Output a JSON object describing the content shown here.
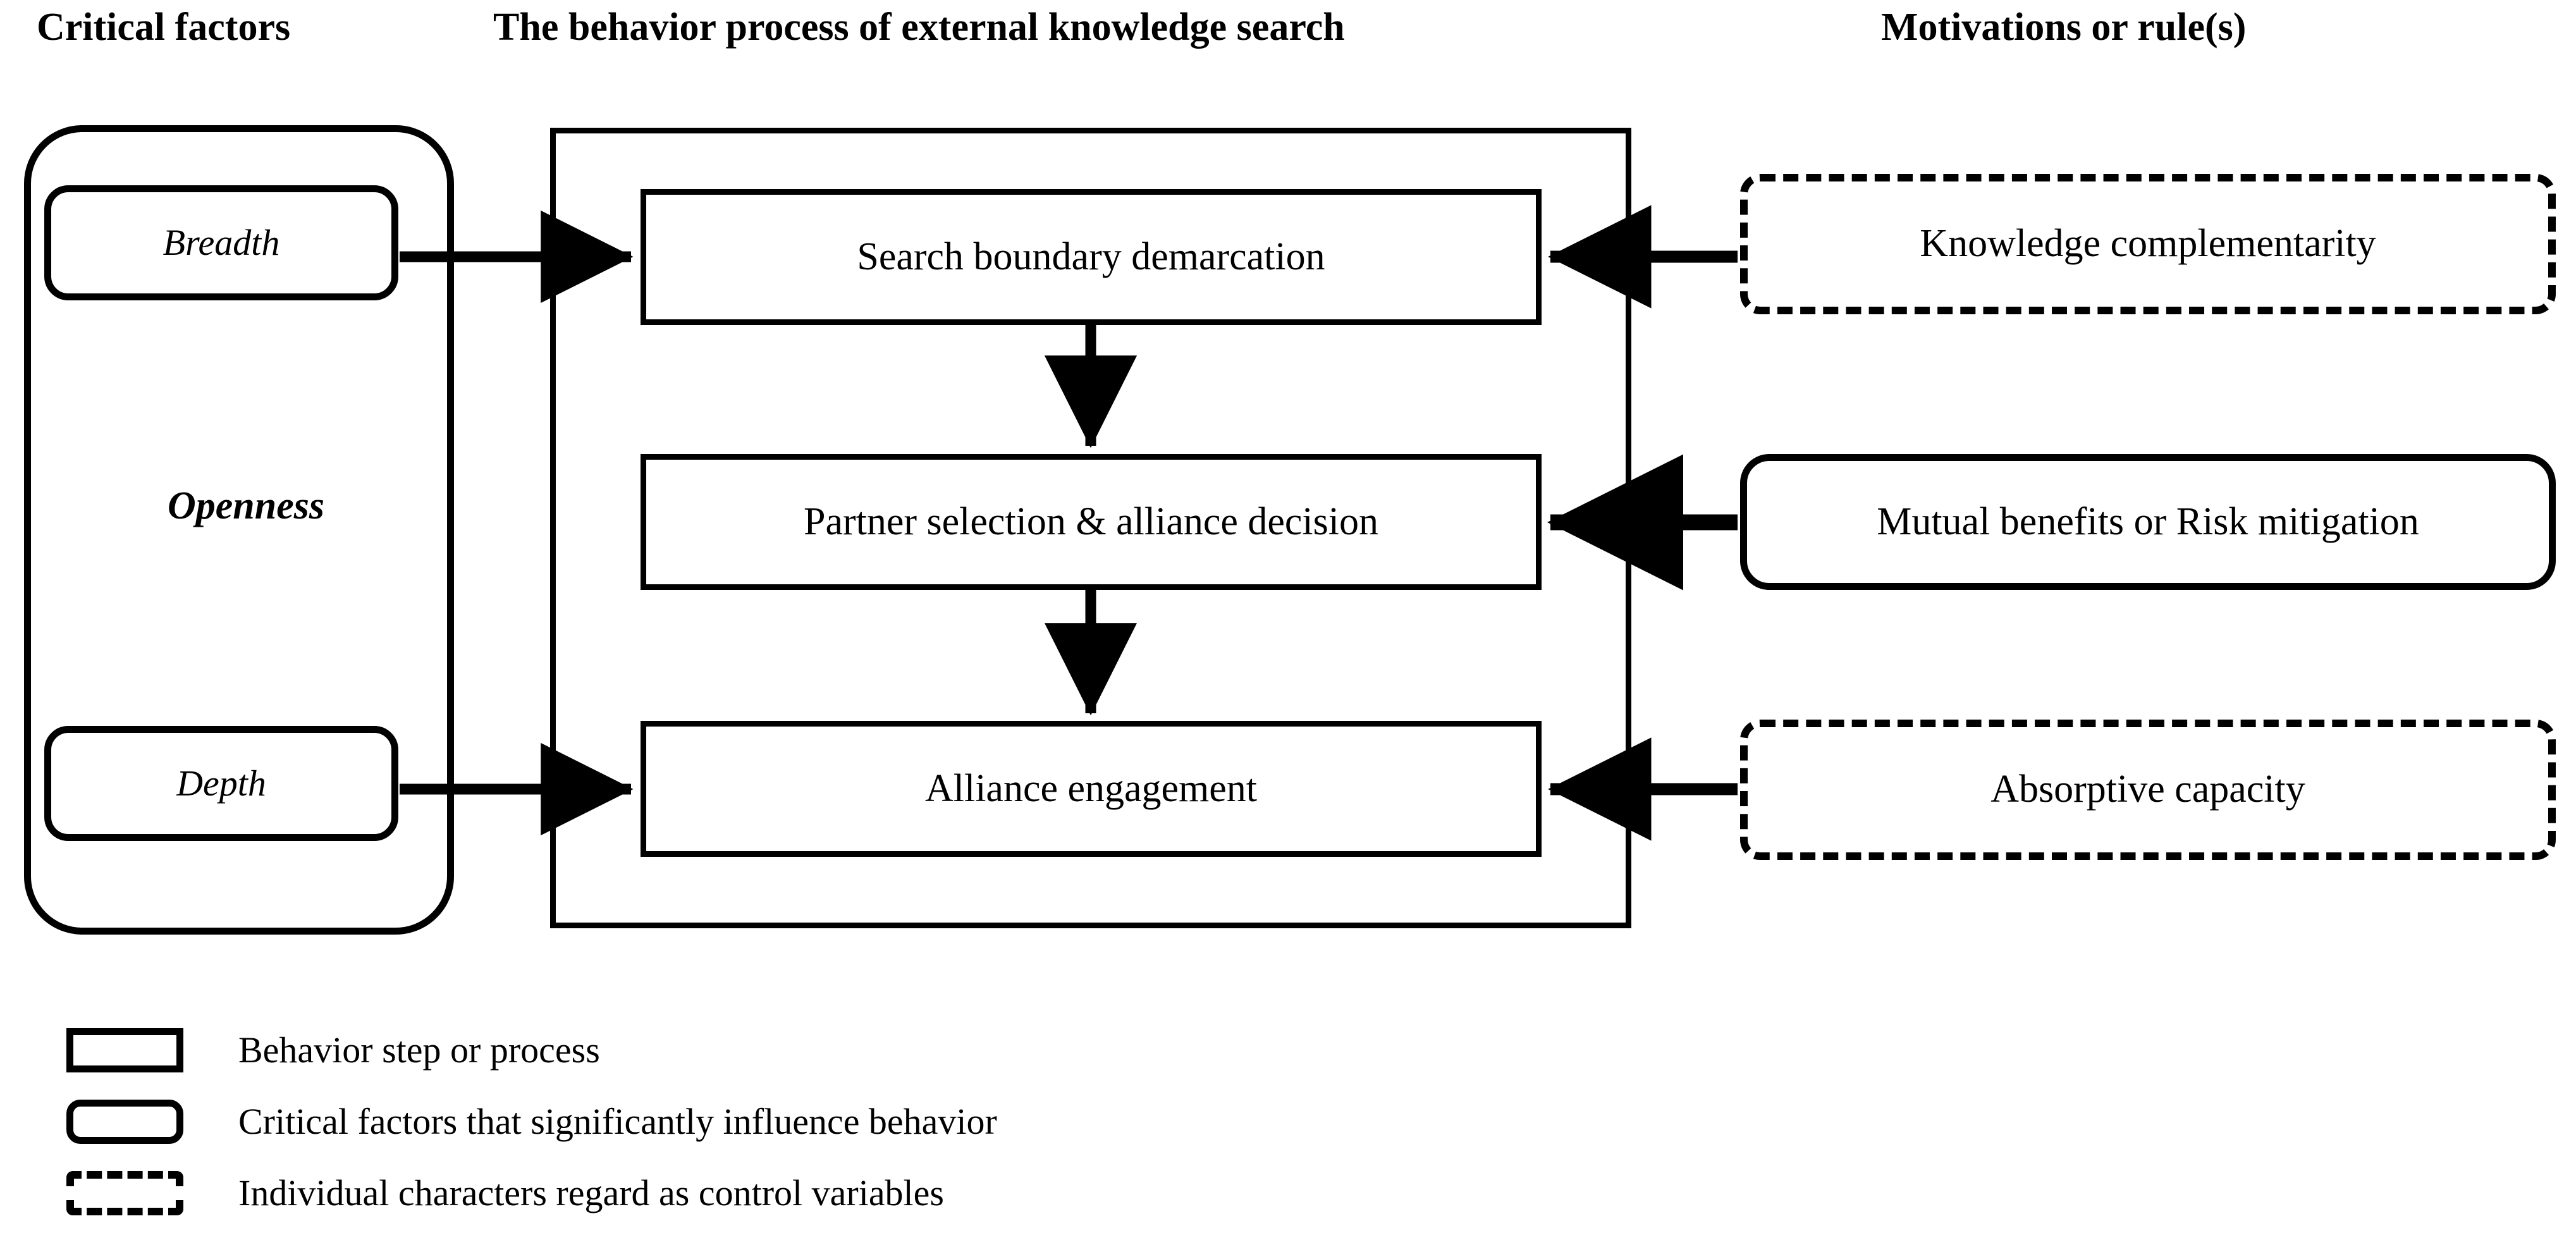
{
  "headers": {
    "critical_factors": "Critical factors",
    "behavior_process": "The behavior process of external knowledge search",
    "motivations": "Motivations or rule(s)"
  },
  "critical_factors": {
    "group_label": "Openness",
    "items": [
      {
        "label": "Breadth",
        "style": "rounded-italic"
      },
      {
        "label": "Depth",
        "style": "rounded-italic"
      }
    ]
  },
  "process_steps": [
    {
      "label": "Search boundary demarcation"
    },
    {
      "label": "Partner selection & alliance decision"
    },
    {
      "label": "Alliance engagement"
    }
  ],
  "motivations": [
    {
      "label": "Knowledge complementarity",
      "border": "dashed"
    },
    {
      "label": "Mutual benefits or Risk mitigation",
      "border": "solid-rounded"
    },
    {
      "label": "Absorptive capacity",
      "border": "dashed"
    }
  ],
  "legend": [
    {
      "swatch": "rectangle",
      "text": "Behavior step or process"
    },
    {
      "swatch": "rounded-rectangle",
      "text": "Critical factors that significantly influence behavior"
    },
    {
      "swatch": "dashed-rectangle",
      "text": "Individual characters regard as control variables"
    }
  ],
  "colors": {
    "stroke": "#000000",
    "background": "#ffffff"
  }
}
